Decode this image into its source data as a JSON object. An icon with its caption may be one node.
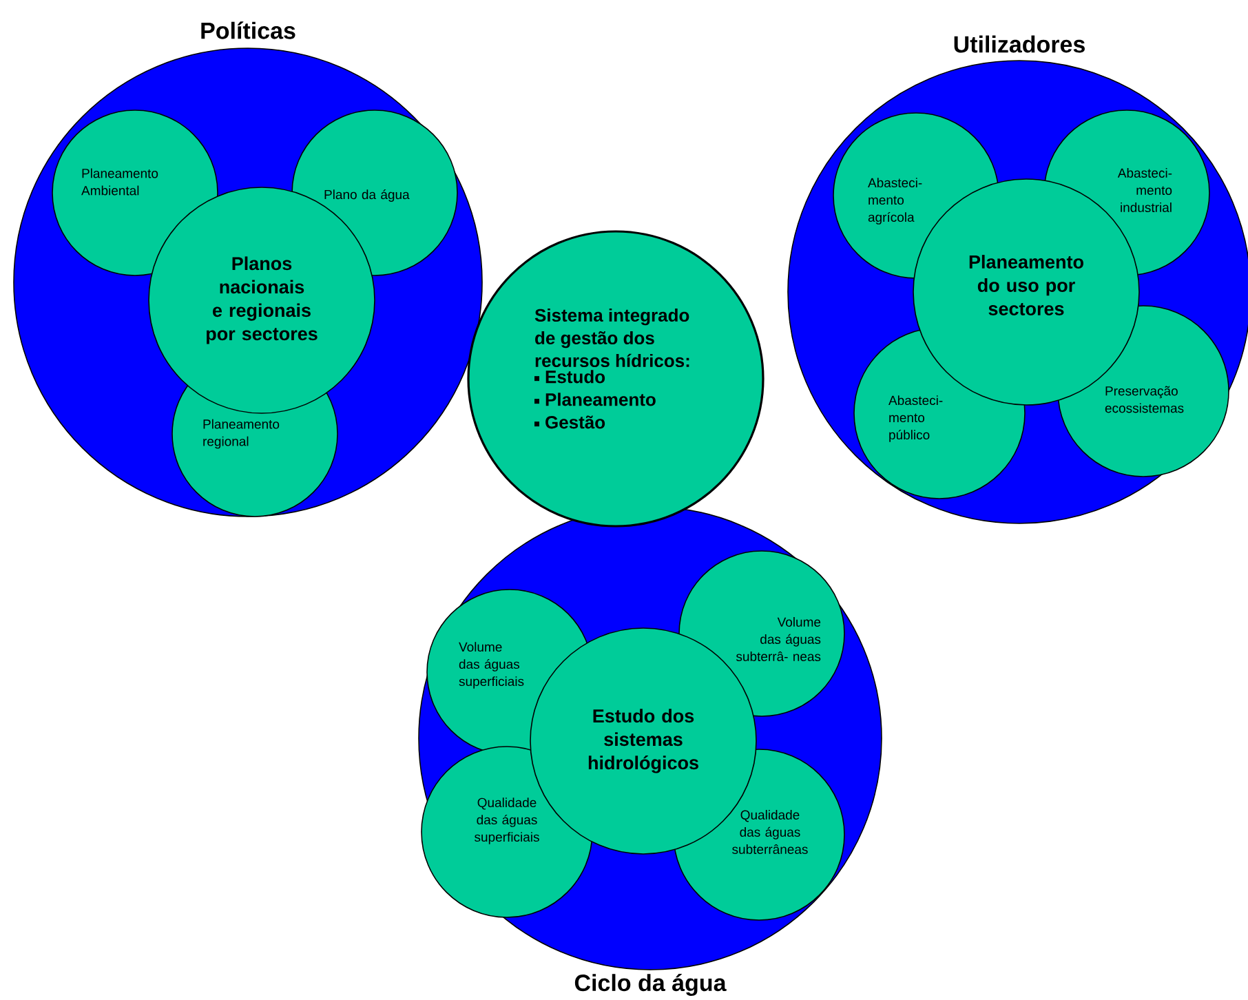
{
  "diagram": {
    "nodes": [
      {
        "text": [
          "Políticas"
        ]
      },
      {
        "text": [
          "Planeamento Ambiental"
        ],
        "in": 0
      },
      {
        "text": [
          "Plano da água"
        ],
        "in": 0
      },
      {
        "text": [
          "Planos nacionais e regionais por sectores"
        ],
        "in": 0
      },
      {
        "text": [
          "Planeamento regional"
        ],
        "in": 0
      },
      {
        "text": [
          "Sistema integrado de gestão dos recursos hídricos:",
          "Estudo",
          "Planeamento",
          "Gestão"
        ]
      },
      {
        "text": [
          "Utilizadores"
        ]
      },
      {
        "text": [
          "Abasteci- mento agrícola"
        ],
        "in": 6
      },
      {
        "text": [
          "Abasteci- mento industrial"
        ],
        "in": 6
      },
      {
        "text": [
          "Planeamento do uso por sectores"
        ],
        "in": 6
      },
      {
        "text": [
          "Abasteci- mento público"
        ],
        "in": 6
      },
      {
        "text": [
          "Preservação ecossistemas"
        ],
        "in": 6
      },
      {
        "text": [
          "Ciclo da água"
        ]
      },
      {
        "text": [
          "Volume das águas superficiais"
        ],
        "in": 12
      },
      {
        "text": [
          "Volume das águas subterrâ- neas"
        ],
        "in": 12
      },
      {
        "text": [
          "Estudo dos sistemas hidrológicos"
        ],
        "in": 12
      },
      {
        "text": [
          "Qualidade das águas superficiais"
        ],
        "in": 12
      },
      {
        "text": [
          "Qualidade das águas subterrâneas"
        ],
        "in": 12
      }
    ]
  }
}
